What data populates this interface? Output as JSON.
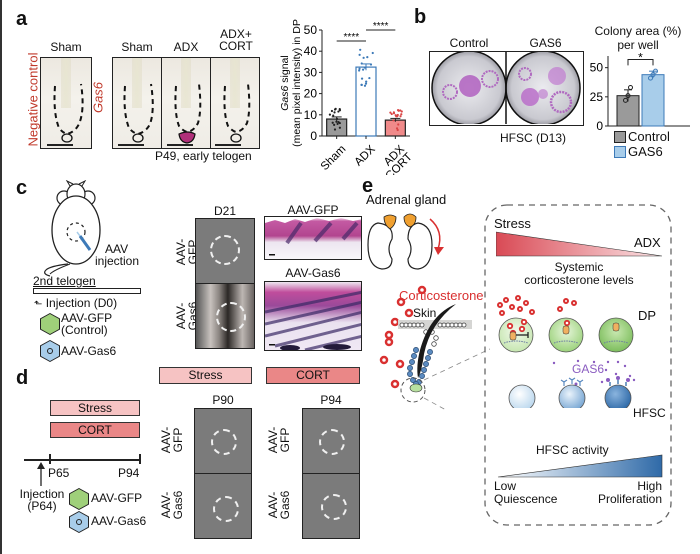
{
  "panels": {
    "a": {
      "letter": "a",
      "row_label_negative": "Negative control",
      "row_label_gas6": "Gas6",
      "col_sham_neg": "Sham",
      "col_sham": "Sham",
      "col_adx": "ADX",
      "col_adx_cort_1": "ADX+",
      "col_adx_cort_2": "CORT",
      "caption": "P49, early telogen",
      "colors": {
        "label_red": "#c0392b",
        "dp_stain": "#b0307a"
      }
    },
    "b": {
      "letter": "b",
      "col_control": "Control",
      "col_gas6": "GAS6",
      "caption": "HFSC (D13)",
      "chart_title_1": "Colony area (%)",
      "chart_title_2": "per well",
      "legend_control": "Control",
      "legend_gas6": "GAS6"
    },
    "c": {
      "letter": "c",
      "aav_injection_1": "AAV",
      "aav_injection_2": "injection",
      "timeline_label": "2nd telogen",
      "injection_label": "Injection (D0)",
      "legend_gfp_1": "AAV-GFP",
      "legend_gfp_2": "(Control)",
      "legend_gas6": "AAV-Gas6",
      "col_d21": "D21",
      "row_gfp_1": "AAV-",
      "row_gfp_2": "GFP",
      "row_gas6_1": "AAV-",
      "row_gas6_2": "Gas6",
      "he_gfp_title": "AAV-GFP",
      "he_gas6_title": "AAV-Gas6"
    },
    "d": {
      "letter": "d",
      "bar_stress": "Stress",
      "bar_cort": "CORT",
      "tick_p65": "P65",
      "tick_p94": "P94",
      "injection_1": "Injection",
      "injection_2": "(P64)",
      "legend_gfp": "AAV-GFP",
      "legend_gas6": "AAV-Gas6",
      "group_stress": "Stress",
      "group_cort": "CORT",
      "col_p90": "P90",
      "col_p94": "P94",
      "row_gfp_1": "AAV-",
      "row_gfp_2": "GFP",
      "row_gas6_1": "AAV-",
      "row_gas6_2": "Gas6"
    },
    "e": {
      "letter": "e",
      "adrenal_gland": "Adrenal gland",
      "corticosterone": "Corticosterone",
      "skin": "Skin",
      "stress": "Stress",
      "adx": "ADX",
      "systemic_1": "Systemic",
      "systemic_2": "corticosterone levels",
      "dp": "DP",
      "gas6": "GAS6",
      "hfsc": "HFSC",
      "hfsc_activity": "HFSC activity",
      "low": "Low",
      "quiescence": "Quiescence",
      "high": "High",
      "proliferation": "Proliferation"
    }
  },
  "chart_data": [
    {
      "type": "bar",
      "title": "",
      "ylabel": "Gas6 signal (mean pixel intensity) in DP",
      "xlabel": "",
      "categories": [
        "Sham",
        "ADX",
        "ADX+CORT"
      ],
      "values": [
        8,
        32.5,
        7.5
      ],
      "errors": [
        1,
        1.5,
        0.8
      ],
      "colors": [
        "#9a9a9a",
        "#ffffff",
        "#f08a8a"
      ],
      "edge_colors": [
        "#222222",
        "#3d7ab8",
        "#222222"
      ],
      "point_colors": [
        "#222222",
        "#3d7ab8",
        "#d94545"
      ],
      "ylim": [
        0,
        50
      ],
      "yticks": [
        0,
        10,
        20,
        30,
        40,
        50
      ],
      "significance": [
        {
          "from": "Sham",
          "to": "ADX",
          "label": "****"
        },
        {
          "from": "ADX",
          "to": "ADX+CORT",
          "label": "****"
        }
      ],
      "grid": false,
      "legend": "none"
    },
    {
      "type": "bar",
      "title": "Colony area (%) per well",
      "ylabel": "",
      "xlabel": "",
      "categories": [
        "Control",
        "GAS6"
      ],
      "values": [
        26,
        44
      ],
      "errors": [
        5,
        3
      ],
      "points": [
        [
          22,
          26,
          33
        ],
        [
          41,
          44,
          47
        ]
      ],
      "colors": [
        "#9a9a9a",
        "#a8cdea"
      ],
      "edge_colors": [
        "#222222",
        "#3d7ab8"
      ],
      "ylim": [
        0,
        60
      ],
      "yticks": [
        0,
        25,
        50
      ],
      "significance": [
        {
          "from": "Control",
          "to": "GAS6",
          "label": "*"
        }
      ],
      "grid": false,
      "legend": "bottom"
    }
  ]
}
